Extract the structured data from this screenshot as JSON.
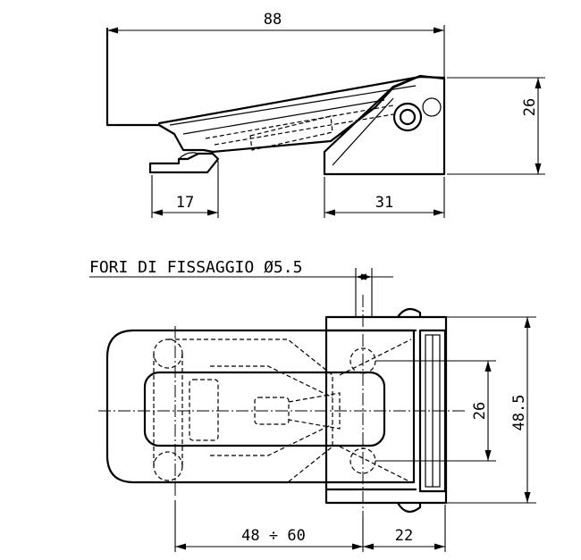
{
  "dimensions": {
    "top_width": "88",
    "top_height": "26",
    "hook_width": "17",
    "base_width": "31",
    "plan_height": "48.5",
    "hole_spacing": "26",
    "range_length": "48 ÷ 60",
    "base_length": "22"
  },
  "note": "FORI DI FISSAGGIO Ø5.5"
}
